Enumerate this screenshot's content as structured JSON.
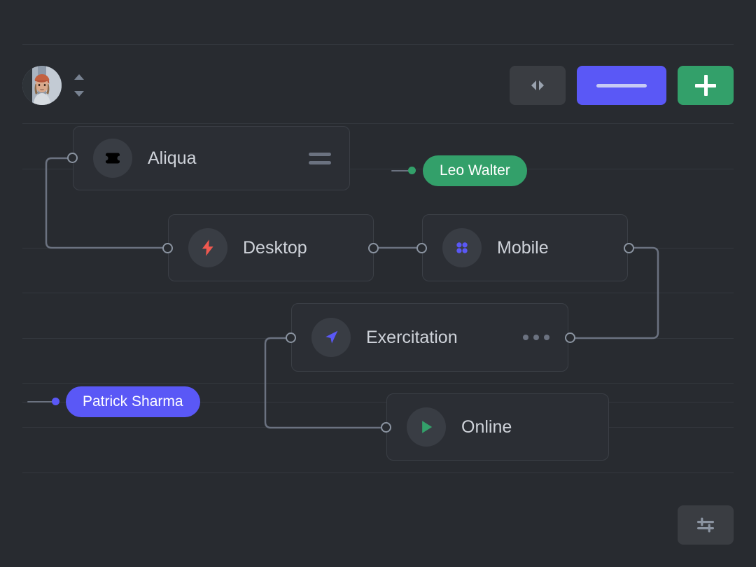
{
  "app": {
    "background_color": "#282b30",
    "grid_line_color": "#33373d",
    "edge_color": "#6b7280"
  },
  "toolbar": {
    "avatar_name": "user-avatar",
    "sort_control_label": "sort-toggle",
    "collapse_label": "collapse-icon",
    "minimize_label": "minimize-icon",
    "add_label": "add-icon",
    "colors": {
      "collapse_bg": "#3a3d42",
      "minimize_bg": "#5a58f6",
      "add_bg": "#33a06a"
    }
  },
  "nodes": [
    {
      "id": "aliqua",
      "label": "Aliqua",
      "icon": "ticket-icon",
      "icon_color": "#f5a košík"
    }
  ],
  "graph": {
    "nodes": [
      {
        "id": "aliqua",
        "label": "Aliqua",
        "icon": "ticket-icon",
        "icon_color": "#f3a košík",
        "menu": "hamburger"
      },
      {
        "id": "desktop",
        "label": "Desktop",
        "icon": "bolt-icon",
        "icon_color": "#f0584f",
        "menu": "none"
      },
      {
        "id": "mobile",
        "label": "Mobile",
        "icon": "grid-dots-icon",
        "icon_color": "#5a58f6",
        "menu": "none"
      },
      {
        "id": "exercitation",
        "label": "Exercitation",
        "icon": "navigation-icon",
        "icon_color": "#5a58f6",
        "menu": "dots"
      },
      {
        "id": "online",
        "label": "Online",
        "icon": "play-icon",
        "icon_color": "#33a06a",
        "menu": "none"
      }
    ],
    "badges": [
      {
        "id": "leo-walter",
        "label": "Leo Walter",
        "color": "#33a06a",
        "dot_color": "#33a06a"
      },
      {
        "id": "patrick-sharma",
        "label": "Patrick Sharma",
        "color": "#5a58f6",
        "dot_color": "#5a58f6"
      }
    ]
  },
  "footer": {
    "settings_label": "sliders-icon"
  }
}
